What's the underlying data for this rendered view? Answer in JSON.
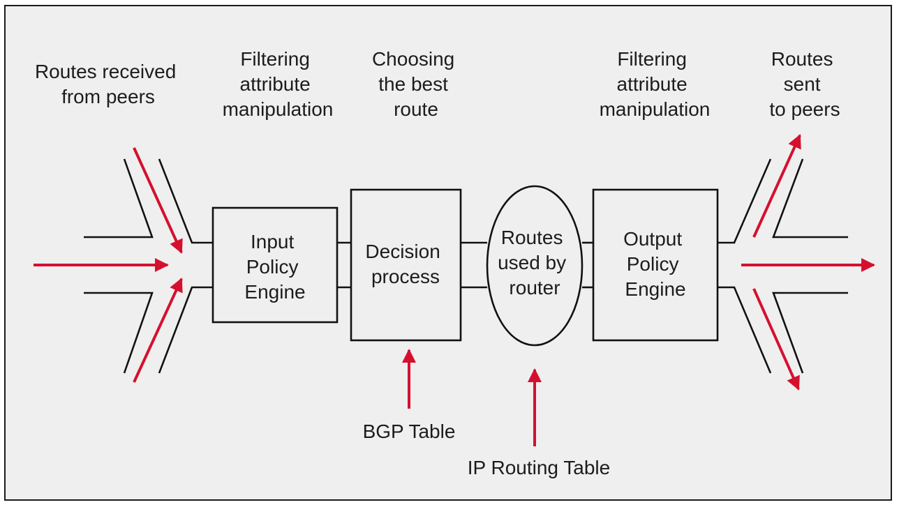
{
  "colors": {
    "background": "#efefef",
    "border": "#1a1a1a",
    "lines": "#111111",
    "flow_arrows": "#d5102e",
    "text": "#1c1c1c"
  },
  "labels": {
    "received": [
      "Routes received",
      "from peers"
    ],
    "input_filtering": [
      "Filtering",
      "attribute",
      "manipulation"
    ],
    "choosing": [
      "Choosing",
      "the best",
      "route"
    ],
    "output_filtering": [
      "Filtering",
      "attribute",
      "manipulation"
    ],
    "sent": [
      "Routes",
      "sent",
      "to peers"
    ]
  },
  "nodes": {
    "input_engine": [
      "Input",
      "Policy",
      "Engine"
    ],
    "decision": [
      "Decision",
      "process"
    ],
    "routes_used": [
      "Routes",
      "used by",
      "router"
    ],
    "output_engine": [
      "Output",
      "Policy",
      "Engine"
    ]
  },
  "sources": {
    "bgp_table": "BGP Table",
    "ip_routing_table": "IP Routing Table"
  }
}
